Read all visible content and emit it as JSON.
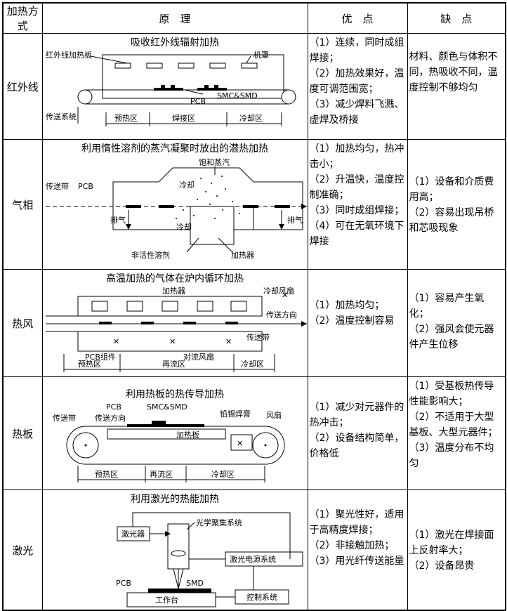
{
  "header": {
    "method": "加热方式",
    "principle": "原　理",
    "pros": "优　点",
    "cons": "缺　点"
  },
  "rows": [
    {
      "method": "红外线",
      "title": "吸收红外线辐射加热",
      "labels": {
        "heater": "红外线加热板",
        "hood": "机罩",
        "smc": "SMC&SMD",
        "pcb": "PCB",
        "conveyor": "传送系统",
        "zone1": "预热区",
        "zone2": "焊接区",
        "zone3": "冷却区"
      },
      "pros": [
        "（1）连续，同时成组焊接；",
        "（2）加热效果好，温度可调范围宽；",
        "（3）减少焊料飞溅、虚焊及桥接"
      ],
      "cons": [
        "材料、颜色与体积不同，热吸收不同，温度控制不够均匀"
      ]
    },
    {
      "method": "气相",
      "title": "利用惰性溶剂的蒸汽凝聚时放出的潜热加热",
      "labels": {
        "vapor": "饱和蒸汽",
        "belt": "传送带",
        "pcb": "PCB",
        "cool1": "冷却",
        "cool2": "冷却",
        "exhaust1": "排气",
        "exhaust2": "排气",
        "solvent": "非活性溶剂",
        "heater": "加热器"
      },
      "pros": [
        "（1）加热均匀，热冲击小；",
        "（2）升温快，温度控制准确；",
        "（3）同时成组焊接；",
        "（4）可在无氧环境下焊接"
      ],
      "cons": [
        "（1）设备和介质费用高；",
        "（2）容易出现吊桥和芯吸现象"
      ]
    },
    {
      "method": "热风",
      "title": "高温加热的气体在炉内循环加热",
      "labels": {
        "heater": "加热器",
        "coolfan": "冷却风扇",
        "direction": "传送方向",
        "belt": "传送带",
        "pcb": "PCB组件",
        "convfan": "对流风扇",
        "zone1": "预热区",
        "zone2": "再流区",
        "zone3": "冷却区"
      },
      "pros": [
        "（1）加热均匀；",
        "（2）温度控制容易"
      ],
      "cons": [
        "（1）容易产生氧化；",
        "（2）强风会使元器件产生位移"
      ]
    },
    {
      "method": "热板",
      "title": "利用热板的热传导加热",
      "labels": {
        "pcb": "PCB",
        "smc": "SMC&SMD",
        "belt": "传送带",
        "direction": "传送方向",
        "paste": "铅锡焊膏",
        "fan": "风扇",
        "plate": "加热板",
        "zone1": "预热区",
        "zone2": "再流区",
        "zone3": "冷却区"
      },
      "pros": [
        "（1）减少对元器件的热冲击；",
        "（2）设备结构简单，价格低"
      ],
      "cons": [
        "（1）受基板热传导性能影响大；",
        "（2）不适用于大型基板、大型元器件；",
        "（3）温度分布不均匀"
      ]
    },
    {
      "method": "激光",
      "title": "利用激光的热能加热",
      "labels": {
        "laser": "激光器",
        "optics": "光学聚集系统",
        "power": "激光电源系统",
        "pcb": "PCB",
        "smd": "SMD",
        "control": "控制系统",
        "table": "工作台"
      },
      "pros": [
        "（1）聚光性好，适用于高精度焊接；",
        "（2）非接触加热；",
        "（3）用光纤传送能量"
      ],
      "cons": [
        "（1）激光在焊接面上反射率大；",
        "（2）设备昂贵"
      ]
    }
  ]
}
